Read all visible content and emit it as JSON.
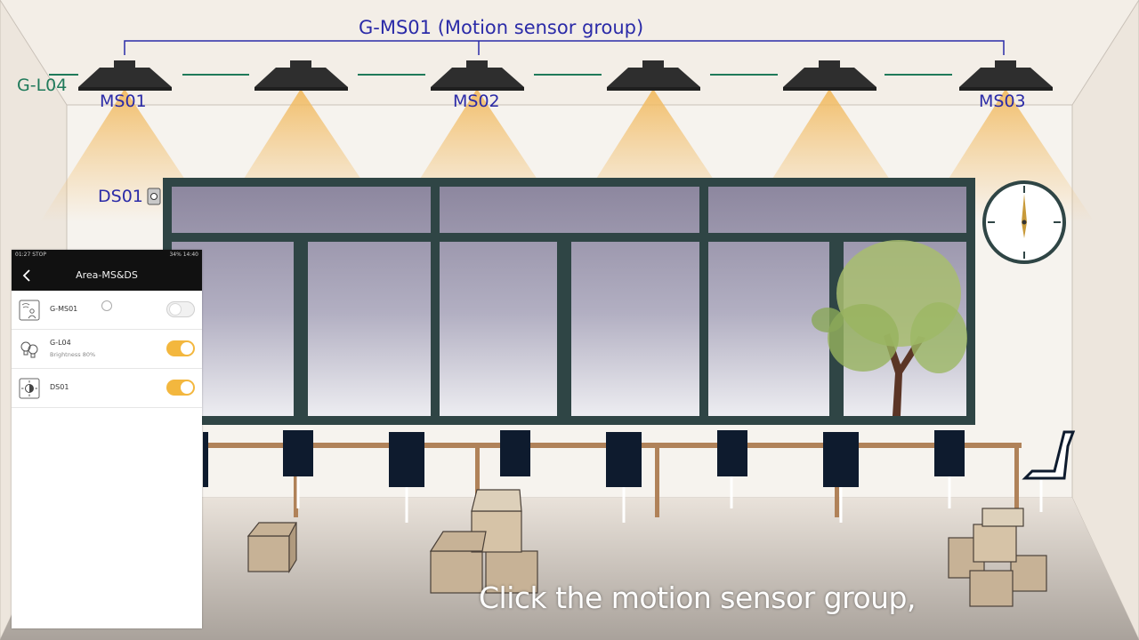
{
  "scene": {
    "group_title": "G-MS01 (Motion sensor group)",
    "light_group_label": "G-L04",
    "sensor_labels": [
      "MS01",
      "MS02",
      "MS03"
    ],
    "daylight_sensor_label": "DS01",
    "subtitle": "Click the motion sensor group,"
  },
  "phone": {
    "status_left": "01:27 STOP",
    "status_right": "34% 14:40",
    "title": "Area-MS&DS",
    "rows": [
      {
        "name": "G-MS01",
        "sub": "",
        "icon": "motion-sensor-icon",
        "toggle": false
      },
      {
        "name": "G-L04",
        "sub": "Brightness 80%",
        "icon": "light-bulbs-icon",
        "toggle": true
      },
      {
        "name": "DS01",
        "sub": "",
        "icon": "daylight-sensor-icon",
        "toggle": true
      }
    ]
  },
  "colors": {
    "accent_toggle": "#f3b73e",
    "label_blue": "#2b2ba8",
    "label_green": "#1f7a5a",
    "window_frame": "#2f4545"
  }
}
